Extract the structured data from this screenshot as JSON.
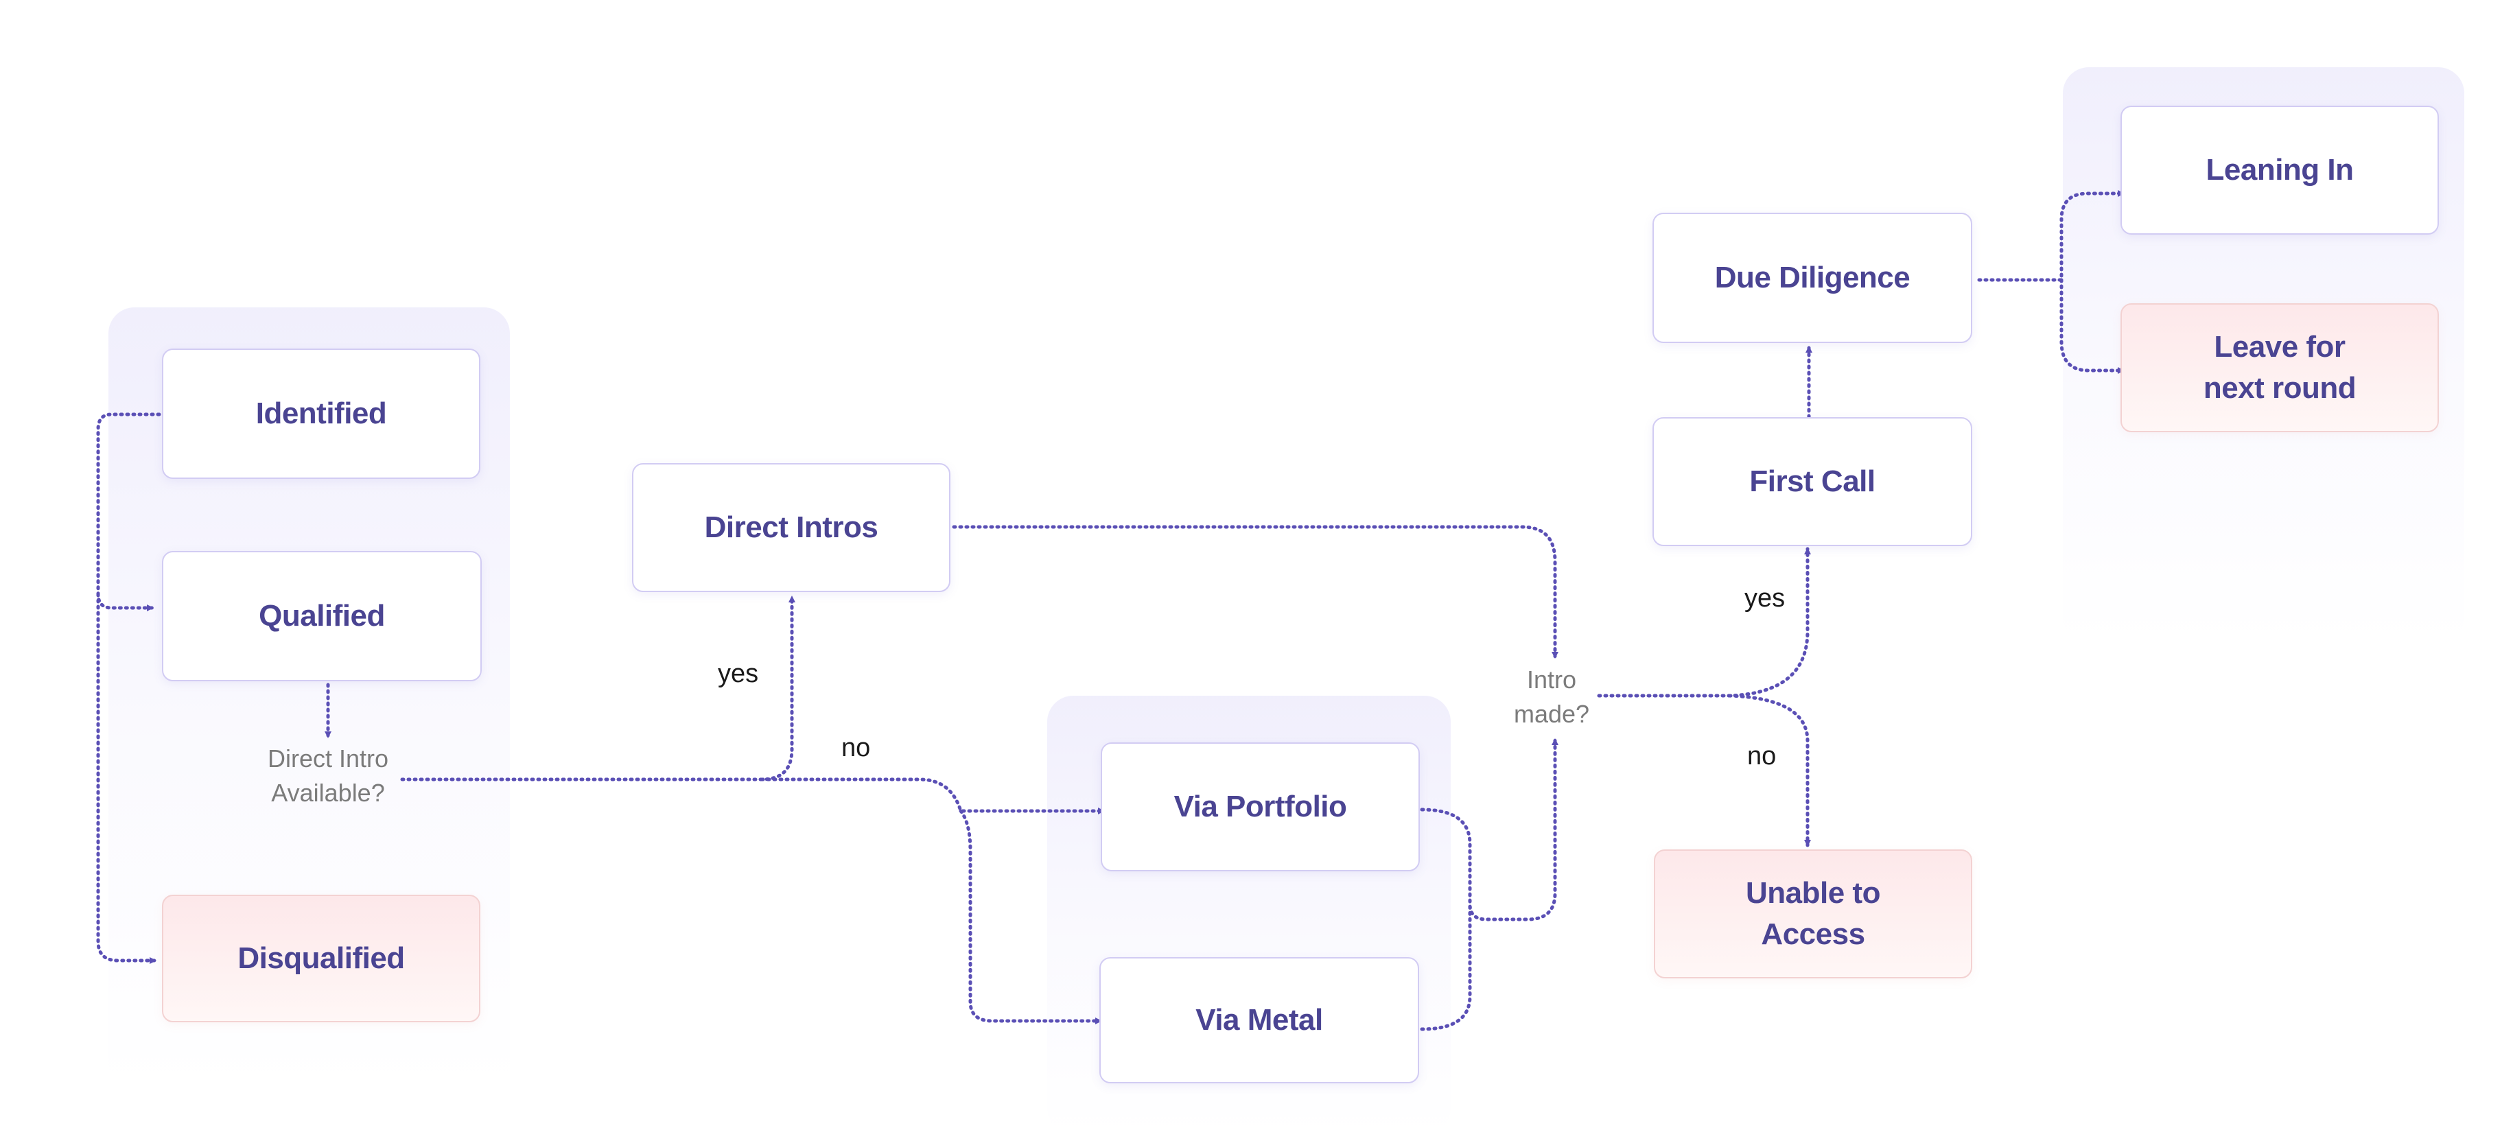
{
  "nodes": {
    "identified": "Identified",
    "qualified": "Qualified",
    "disqualified": "Disqualified",
    "direct_intros": "Direct Intros",
    "via_portfolio": "Via Portfolio",
    "via_metal": "Via Metal",
    "first_call": "First Call",
    "due_diligence": "Due Diligence",
    "unable_to_access": "Unable to\nAccess",
    "leaning_in": "Leaning In",
    "leave_for_next_round": "Leave for\nnext round"
  },
  "decisions": {
    "direct_intro_available": "Direct Intro\nAvailable?",
    "intro_made": "Intro\nmade?"
  },
  "edge_labels": {
    "yes_direct": "yes",
    "no_direct": "no",
    "yes_intro": "yes",
    "no_intro": "no"
  },
  "colors": {
    "edge": "#5a4fb5",
    "node_text": "#4a4492",
    "node_border": "#d2ccf3",
    "negative_fill": "#fde8ea"
  }
}
